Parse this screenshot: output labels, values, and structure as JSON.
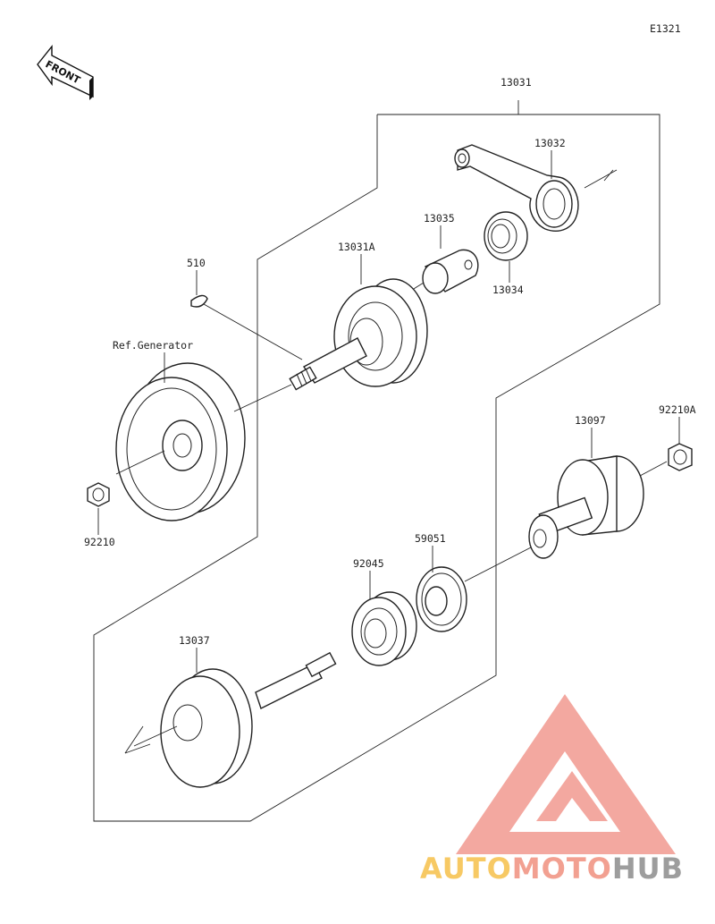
{
  "figure_code": "E1321",
  "front_label": "FRONT",
  "labels": {
    "p13031": "13031",
    "p13032": "13032",
    "p13035": "13035",
    "p13031A": "13031A",
    "p13034": "13034",
    "p510": "510",
    "ref_generator": "Ref.Generator",
    "p92210": "92210",
    "p92210A": "92210A",
    "p13097": "13097",
    "p59051": "59051",
    "p92045": "92045",
    "p13037": "13037"
  },
  "watermark": {
    "part1": "AUTO",
    "part2": "MOTO",
    "part3": "HUB",
    "color_auto": "#f6c04a",
    "color_moto": "#f0907e",
    "color_hub": "#8c8c8c",
    "triangle_color": "#f29a90"
  }
}
